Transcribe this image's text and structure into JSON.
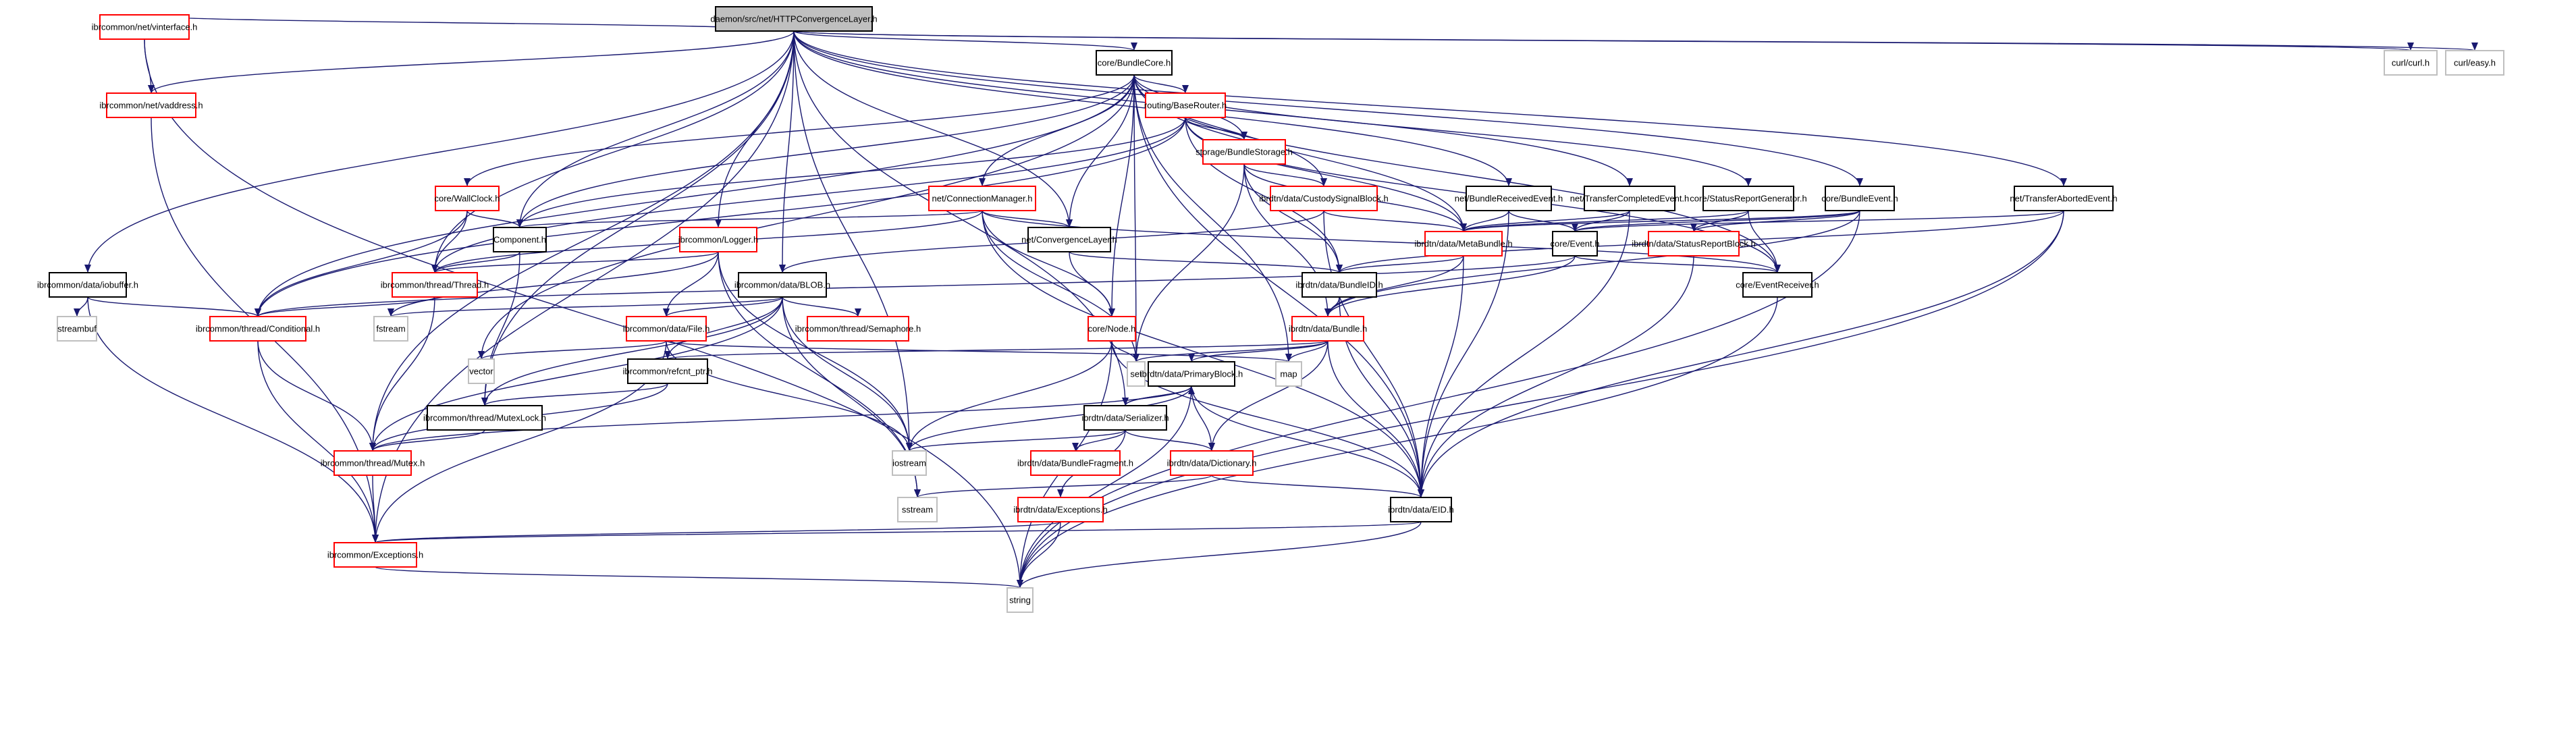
{
  "diagram": {
    "title": "daemon/src/net/HTTPConvergenceLayer.h",
    "type": "include-dependency-graph",
    "colors": {
      "edge": "#191970",
      "root_fill": "#bfbfbf",
      "documented_border": "#000000",
      "truncated_border": "#ff0000",
      "external_border": "#bfbfbf"
    },
    "legend_kinds": [
      "root",
      "documented",
      "truncated",
      "external"
    ],
    "nodes": [
      {
        "id": "root",
        "label": "daemon/src/net/HTTPConvergenceLayer.h",
        "kind": "root"
      },
      {
        "id": "vinterface",
        "label": "ibrcommon/net/vinterface.h",
        "kind": "truncated"
      },
      {
        "id": "vaddress",
        "label": "ibrcommon/net/vaddress.h",
        "kind": "truncated"
      },
      {
        "id": "curl",
        "label": "curl/curl.h",
        "kind": "external"
      },
      {
        "id": "easy",
        "label": "curl/easy.h",
        "kind": "external"
      },
      {
        "id": "bundlecore",
        "label": "core/BundleCore.h",
        "kind": "documented"
      },
      {
        "id": "baserouter",
        "label": "routing/BaseRouter.h",
        "kind": "truncated"
      },
      {
        "id": "bundlestorage",
        "label": "storage/BundleStorage.h",
        "kind": "truncated"
      },
      {
        "id": "wallclock",
        "label": "core/WallClock.h",
        "kind": "truncated"
      },
      {
        "id": "connmgr",
        "label": "net/ConnectionManager.h",
        "kind": "truncated"
      },
      {
        "id": "custody",
        "label": "ibrdtn/data/CustodySignalBlock.h",
        "kind": "truncated"
      },
      {
        "id": "bre",
        "label": "net/BundleReceivedEvent.h",
        "kind": "documented"
      },
      {
        "id": "tce",
        "label": "net/TransferCompletedEvent.h",
        "kind": "documented"
      },
      {
        "id": "srg",
        "label": "core/StatusReportGenerator.h",
        "kind": "documented"
      },
      {
        "id": "bundleevent",
        "label": "core/BundleEvent.h",
        "kind": "documented"
      },
      {
        "id": "tae",
        "label": "net/TransferAbortedEvent.h",
        "kind": "documented"
      },
      {
        "id": "component",
        "label": "Component.h",
        "kind": "documented"
      },
      {
        "id": "convlayer",
        "label": "net/ConvergenceLayer.h",
        "kind": "documented"
      },
      {
        "id": "logger",
        "label": "ibrcommon/Logger.h",
        "kind": "truncated"
      },
      {
        "id": "metabundle",
        "label": "ibrdtn/data/MetaBundle.h",
        "kind": "truncated"
      },
      {
        "id": "event",
        "label": "core/Event.h",
        "kind": "documented"
      },
      {
        "id": "srb",
        "label": "ibrdtn/data/StatusReportBlock.h",
        "kind": "truncated"
      },
      {
        "id": "thread",
        "label": "ibrcommon/thread/Thread.h",
        "kind": "truncated"
      },
      {
        "id": "iobuffer",
        "label": "ibrcommon/data/iobuffer.h",
        "kind": "documented"
      },
      {
        "id": "blob",
        "label": "ibrcommon/data/BLOB.h",
        "kind": "documented"
      },
      {
        "id": "eventreceiver",
        "label": "core/EventReceiver.h",
        "kind": "documented"
      },
      {
        "id": "bundleid",
        "label": "ibrdtn/data/BundleID.h",
        "kind": "documented"
      },
      {
        "id": "conditional",
        "label": "ibrcommon/thread/Conditional.h",
        "kind": "truncated"
      },
      {
        "id": "streambuf",
        "label": "streambuf",
        "kind": "external"
      },
      {
        "id": "fstream",
        "label": "fstream",
        "kind": "external"
      },
      {
        "id": "file",
        "label": "ibrcommon/data/File.h",
        "kind": "truncated"
      },
      {
        "id": "semaphore",
        "label": "ibrcommon/thread/Semaphore.h",
        "kind": "truncated"
      },
      {
        "id": "node",
        "label": "core/Node.h",
        "kind": "truncated"
      },
      {
        "id": "bundle",
        "label": "ibrdtn/data/Bundle.h",
        "kind": "truncated"
      },
      {
        "id": "vector",
        "label": "vector",
        "kind": "external"
      },
      {
        "id": "set",
        "label": "set",
        "kind": "external"
      },
      {
        "id": "map",
        "label": "map",
        "kind": "external"
      },
      {
        "id": "refcnt",
        "label": "ibrcommon/refcnt_ptr.h",
        "kind": "documented"
      },
      {
        "id": "primaryblock",
        "label": "ibrdtn/data/PrimaryBlock.h",
        "kind": "documented"
      },
      {
        "id": "mutexlock",
        "label": "ibrcommon/thread/MutexLock.h",
        "kind": "documented"
      },
      {
        "id": "serializer",
        "label": "ibrdtn/data/Serializer.h",
        "kind": "documented"
      },
      {
        "id": "mutex",
        "label": "ibrcommon/thread/Mutex.h",
        "kind": "truncated"
      },
      {
        "id": "iostream",
        "label": "iostream",
        "kind": "external"
      },
      {
        "id": "bundlefragment",
        "label": "ibrdtn/data/BundleFragment.h",
        "kind": "truncated"
      },
      {
        "id": "dictionary",
        "label": "ibrdtn/data/Dictionary.h",
        "kind": "truncated"
      },
      {
        "id": "sstream",
        "label": "sstream",
        "kind": "external"
      },
      {
        "id": "dtnexceptions",
        "label": "ibrdtn/data/Exceptions.h",
        "kind": "truncated"
      },
      {
        "id": "eid",
        "label": "ibrdtn/data/EID.h",
        "kind": "documented"
      },
      {
        "id": "exceptions",
        "label": "ibrcommon/Exceptions.h",
        "kind": "truncated"
      },
      {
        "id": "string",
        "label": "string",
        "kind": "external"
      }
    ],
    "edges": [
      [
        "root",
        "vinterface"
      ],
      [
        "root",
        "vaddress"
      ],
      [
        "root",
        "curl"
      ],
      [
        "root",
        "easy"
      ],
      [
        "root",
        "bundlecore"
      ],
      [
        "root",
        "iobuffer"
      ],
      [
        "root",
        "exceptions"
      ],
      [
        "root",
        "mutex"
      ],
      [
        "root",
        "thread"
      ],
      [
        "root",
        "component"
      ],
      [
        "root",
        "logger"
      ],
      [
        "root",
        "blob"
      ],
      [
        "root",
        "convlayer"
      ],
      [
        "root",
        "bre"
      ],
      [
        "root",
        "tce"
      ],
      [
        "root",
        "tae"
      ],
      [
        "root",
        "bundleevent"
      ],
      [
        "root",
        "iostream"
      ],
      [
        "root",
        "serializer"
      ],
      [
        "root",
        "mutexlock"
      ],
      [
        "vinterface",
        "vaddress"
      ],
      [
        "vinterface",
        "string"
      ],
      [
        "vaddress",
        "exceptions"
      ],
      [
        "bundlecore",
        "baserouter"
      ],
      [
        "bundlecore",
        "bundlestorage"
      ],
      [
        "bundlecore",
        "wallclock"
      ],
      [
        "bundlecore",
        "connmgr"
      ],
      [
        "bundlecore",
        "custody"
      ],
      [
        "bundlecore",
        "srg"
      ],
      [
        "bundlecore",
        "component"
      ],
      [
        "bundlecore",
        "convlayer"
      ],
      [
        "bundlecore",
        "node"
      ],
      [
        "bundlecore",
        "set"
      ],
      [
        "bundlecore",
        "map"
      ],
      [
        "bundlecore",
        "eid"
      ],
      [
        "bundlecore",
        "metabundle"
      ],
      [
        "bundlecore",
        "eventreceiver"
      ],
      [
        "bundlecore",
        "vector"
      ],
      [
        "bundlecore",
        "conditional"
      ],
      [
        "baserouter",
        "bundlestorage"
      ],
      [
        "baserouter",
        "metabundle"
      ],
      [
        "baserouter",
        "component"
      ],
      [
        "baserouter",
        "thread"
      ],
      [
        "baserouter",
        "bundleid"
      ],
      [
        "baserouter",
        "eventreceiver"
      ],
      [
        "baserouter",
        "conditional"
      ],
      [
        "bundlestorage",
        "custody"
      ],
      [
        "bundlestorage",
        "metabundle"
      ],
      [
        "bundlestorage",
        "bundleid"
      ],
      [
        "bundlestorage",
        "bundle"
      ],
      [
        "bundlestorage",
        "set"
      ],
      [
        "wallclock",
        "component"
      ],
      [
        "wallclock",
        "thread"
      ],
      [
        "wallclock",
        "conditional"
      ],
      [
        "connmgr",
        "convlayer"
      ],
      [
        "connmgr",
        "component"
      ],
      [
        "connmgr",
        "node"
      ],
      [
        "connmgr",
        "eventreceiver"
      ],
      [
        "connmgr",
        "eid"
      ],
      [
        "connmgr",
        "set"
      ],
      [
        "connmgr",
        "thread"
      ],
      [
        "custody",
        "metabundle"
      ],
      [
        "custody",
        "blob"
      ],
      [
        "custody",
        "eid"
      ],
      [
        "bre",
        "event"
      ],
      [
        "bre",
        "metabundle"
      ],
      [
        "bre",
        "eid"
      ],
      [
        "tce",
        "event"
      ],
      [
        "tce",
        "metabundle"
      ],
      [
        "tce",
        "eid"
      ],
      [
        "srg",
        "eventreceiver"
      ],
      [
        "srg",
        "srb"
      ],
      [
        "srg",
        "metabundle"
      ],
      [
        "bundleevent",
        "event"
      ],
      [
        "bundleevent",
        "metabundle"
      ],
      [
        "bundleevent",
        "srb"
      ],
      [
        "bundleevent",
        "bundle"
      ],
      [
        "bundleevent",
        "string"
      ],
      [
        "tae",
        "event"
      ],
      [
        "tae",
        "bundleid"
      ],
      [
        "tae",
        "eid"
      ],
      [
        "tae",
        "string"
      ],
      [
        "component",
        "thread"
      ],
      [
        "component",
        "mutexlock"
      ],
      [
        "convlayer",
        "node"
      ],
      [
        "convlayer",
        "bundleid"
      ],
      [
        "logger",
        "file"
      ],
      [
        "logger",
        "thread"
      ],
      [
        "logger",
        "iostream"
      ],
      [
        "logger",
        "sstream"
      ],
      [
        "logger",
        "fstream"
      ],
      [
        "metabundle",
        "bundleid"
      ],
      [
        "metabundle",
        "bundle"
      ],
      [
        "metabundle",
        "eid"
      ],
      [
        "event",
        "eventreceiver"
      ],
      [
        "event",
        "bundle"
      ],
      [
        "event",
        "conditional"
      ],
      [
        "srb",
        "eid"
      ],
      [
        "thread",
        "conditional"
      ],
      [
        "thread",
        "mutex"
      ],
      [
        "iobuffer",
        "streambuf"
      ],
      [
        "iobuffer",
        "conditional"
      ],
      [
        "iobuffer",
        "exceptions"
      ],
      [
        "blob",
        "file"
      ],
      [
        "blob",
        "semaphore"
      ],
      [
        "blob",
        "refcnt"
      ],
      [
        "blob",
        "mutex"
      ],
      [
        "blob",
        "mutexlock"
      ],
      [
        "blob",
        "fstream"
      ],
      [
        "blob",
        "iostream"
      ],
      [
        "blob",
        "sstream"
      ],
      [
        "eventreceiver",
        "string"
      ],
      [
        "bundleid",
        "bundle"
      ],
      [
        "bundleid",
        "eid"
      ],
      [
        "conditional",
        "mutex"
      ],
      [
        "conditional",
        "exceptions"
      ],
      [
        "file",
        "vector"
      ],
      [
        "file",
        "iostream"
      ],
      [
        "file",
        "map"
      ],
      [
        "file",
        "exceptions"
      ],
      [
        "node",
        "set"
      ],
      [
        "node",
        "iostream"
      ],
      [
        "node",
        "eid"
      ],
      [
        "node",
        "string"
      ],
      [
        "bundle",
        "primaryblock"
      ],
      [
        "bundle",
        "set"
      ],
      [
        "bundle",
        "map"
      ],
      [
        "bundle",
        "dictionary"
      ],
      [
        "bundle",
        "eid"
      ],
      [
        "bundle",
        "refcnt"
      ],
      [
        "refcnt",
        "mutexlock"
      ],
      [
        "refcnt",
        "mutex"
      ],
      [
        "primaryblock",
        "serializer"
      ],
      [
        "primaryblock",
        "dictionary"
      ],
      [
        "primaryblock",
        "eid"
      ],
      [
        "primaryblock",
        "mutex"
      ],
      [
        "primaryblock",
        "iostream"
      ],
      [
        "primaryblock",
        "string"
      ],
      [
        "serializer",
        "primaryblock"
      ],
      [
        "serializer",
        "iostream"
      ],
      [
        "serializer",
        "bundlefragment"
      ],
      [
        "serializer",
        "dictionary"
      ],
      [
        "serializer",
        "dtnexceptions"
      ],
      [
        "mutexlock",
        "mutex"
      ],
      [
        "mutex",
        "exceptions"
      ],
      [
        "dictionary",
        "sstream"
      ],
      [
        "dictionary",
        "eid"
      ],
      [
        "dtnexceptions",
        "exceptions"
      ],
      [
        "dtnexceptions",
        "string"
      ],
      [
        "eid",
        "exceptions"
      ],
      [
        "eid",
        "string"
      ],
      [
        "exceptions",
        "string"
      ]
    ]
  }
}
